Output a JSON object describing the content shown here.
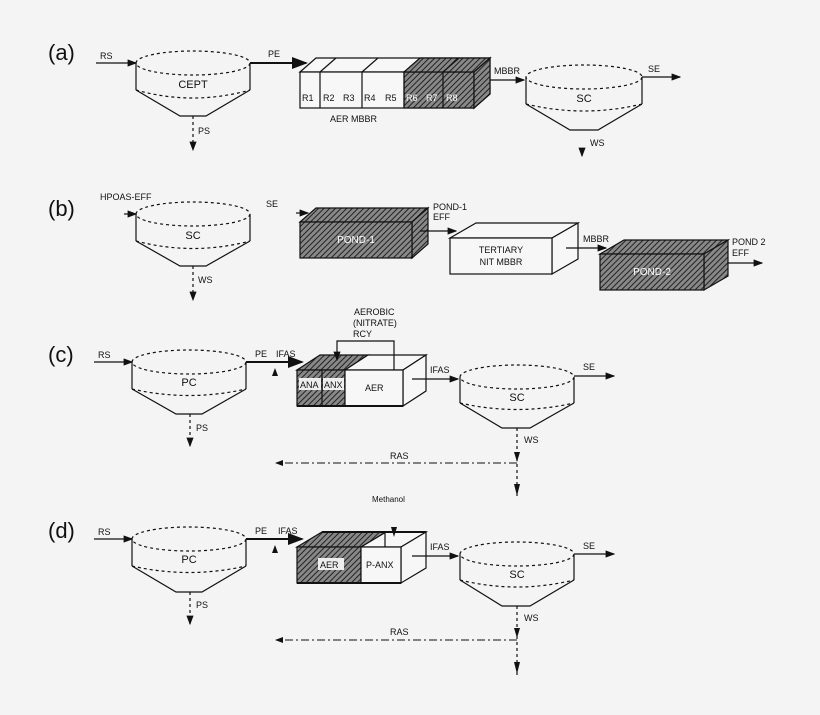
{
  "diagram": {
    "panels": [
      {
        "id": "a",
        "label": "(a)",
        "clarifier": "CEPT",
        "inflow": "RS",
        "outflow": "PE",
        "sludge": "PS",
        "reactor_title": "AER MBBR",
        "reactor_cells": [
          "R1",
          "R2",
          "R3",
          "R4",
          "R5",
          "R6",
          "R7",
          "R8"
        ],
        "reactor_out": "MBBR",
        "secondary_clarifier": "SC",
        "final_out": "SE",
        "waste": "WS"
      },
      {
        "id": "b",
        "label": "(b)",
        "clarifier": "SC",
        "inflow": "HPOAS-EFF",
        "sludge": "WS",
        "se_label": "SE",
        "pond1": "POND-1",
        "pond1_out_line1": "POND-1",
        "pond1_out_line2": "EFF",
        "tertiary_line1": "TERTIARY",
        "tertiary_line2": "NIT MBBR",
        "tertiary_out": "MBBR",
        "pond2": "POND-2",
        "pond2_out_line1": "POND 2",
        "pond2_out_line2": "EFF"
      },
      {
        "id": "c",
        "label": "(c)",
        "clarifier": "PC",
        "inflow": "RS",
        "outflow": "PE",
        "ifas_in": "IFAS",
        "sludge": "PS",
        "recycle_line1": "AEROBIC",
        "recycle_line2": "(NITRATE)",
        "recycle_line3": "RCY",
        "zones": [
          "ANA",
          "ANX",
          "AER"
        ],
        "reactor_out": "IFAS",
        "secondary_clarifier": "SC",
        "final_out": "SE",
        "waste": "WS",
        "ras": "RAS",
        "methanol": "Methanol"
      },
      {
        "id": "d",
        "label": "(d)",
        "clarifier": "PC",
        "inflow": "RS",
        "outflow": "PE",
        "ifas_in": "IFAS",
        "sludge": "PS",
        "zones": [
          "AER",
          "P-ANX"
        ],
        "reactor_out": "IFAS",
        "secondary_clarifier": "SC",
        "final_out": "SE",
        "waste": "WS",
        "ras": "RAS"
      }
    ]
  }
}
